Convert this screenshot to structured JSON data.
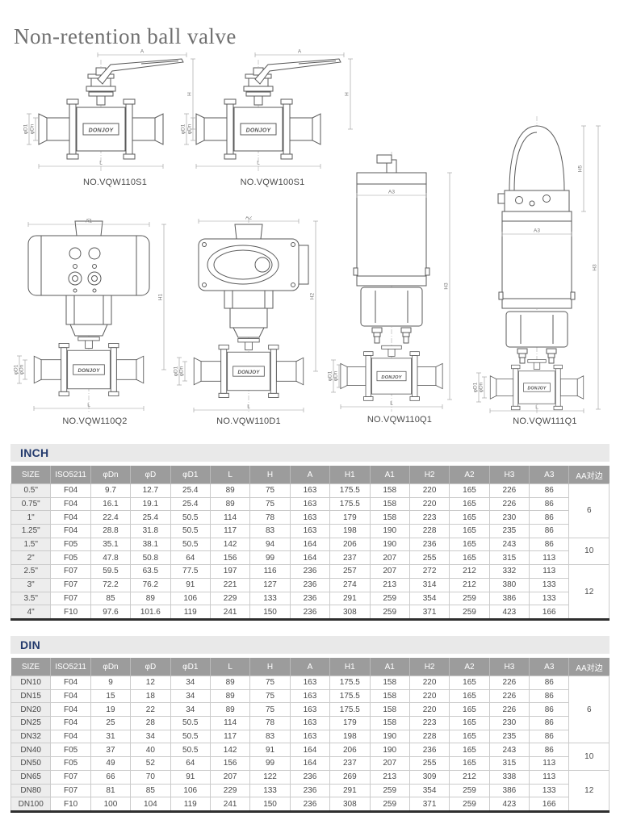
{
  "page": {
    "title": "Non-retention ball valve"
  },
  "logo_text": "DONJOY",
  "colors": {
    "section_band_bg": "#e9e9e9",
    "section_title": "#233a6d",
    "table_header_bg": "#9c9c9c",
    "table_header_text": "#ffffff",
    "size_column_bg": "#ededed",
    "cell_text": "#4a4a4a",
    "grid_line": "#cbcbcb",
    "table_bottom_border": "#2e2e2e",
    "title_text": "#707070",
    "drawing_line": "#5a5a5a"
  },
  "figures": [
    {
      "label": "NO.VQW110S1",
      "type": "manual",
      "dims": {
        "top": "A",
        "right": "H",
        "bottom": "L",
        "left_outer": "φD1",
        "left_inner": "φDn"
      }
    },
    {
      "label": "NO.VQW100S1",
      "type": "manual",
      "dims": {
        "top": "A",
        "right": "H",
        "bottom": "L",
        "left_outer": "φD1",
        "left_inner": "φDn"
      }
    },
    {
      "label": "NO.VQW110Q2",
      "type": "pneumatic",
      "dims": {
        "top": "A1",
        "right": "H1",
        "bottom": "L",
        "left_outer": "φD1",
        "left_inner": "φDn"
      }
    },
    {
      "label": "NO.VQW110D1",
      "type": "electric",
      "dims": {
        "top": "A2",
        "right": "H2",
        "bottom": "L",
        "left_outer": "φD1",
        "left_inner": "φDn"
      }
    },
    {
      "label": "NO.VQW110Q1",
      "type": "vertical",
      "dims": {
        "top": "A3",
        "right": "H3",
        "bottom": "L",
        "left_outer": "φD1",
        "left_inner": "φDn"
      }
    },
    {
      "label": "NO.VQW111Q1",
      "type": "vertical-positioner",
      "dims": {
        "top": "A3",
        "right": "H3",
        "dome": "H5",
        "bottom": "L",
        "left_outer": "φD1",
        "left_inner": "φDn"
      }
    }
  ],
  "tables": {
    "inch": {
      "section_title": "INCH",
      "headers": [
        "SIZE",
        "ISO5211",
        "φDn",
        "φD",
        "φD1",
        "L",
        "H",
        "A",
        "H1",
        "A1",
        "H2",
        "A2",
        "H3",
        "A3",
        "AA对边"
      ],
      "rows": [
        [
          "0.5\"",
          "F04",
          "9.7",
          "12.7",
          "25.4",
          "89",
          "75",
          "163",
          "175.5",
          "158",
          "220",
          "165",
          "226",
          "86"
        ],
        [
          "0.75\"",
          "F04",
          "16.1",
          "19.1",
          "25.4",
          "89",
          "75",
          "163",
          "175.5",
          "158",
          "220",
          "165",
          "226",
          "86"
        ],
        [
          "1\"",
          "F04",
          "22.4",
          "25.4",
          "50.5",
          "114",
          "78",
          "163",
          "179",
          "158",
          "223",
          "165",
          "230",
          "86"
        ],
        [
          "1.25\"",
          "F04",
          "28.8",
          "31.8",
          "50.5",
          "117",
          "83",
          "163",
          "198",
          "190",
          "228",
          "165",
          "235",
          "86"
        ],
        [
          "1.5\"",
          "F05",
          "35.1",
          "38.1",
          "50.5",
          "142",
          "94",
          "164",
          "206",
          "190",
          "236",
          "165",
          "243",
          "86"
        ],
        [
          "2\"",
          "F05",
          "47.8",
          "50.8",
          "64",
          "156",
          "99",
          "164",
          "237",
          "207",
          "255",
          "165",
          "315",
          "113"
        ],
        [
          "2.5\"",
          "F07",
          "59.5",
          "63.5",
          "77.5",
          "197",
          "116",
          "236",
          "257",
          "207",
          "272",
          "212",
          "332",
          "113"
        ],
        [
          "3\"",
          "F07",
          "72.2",
          "76.2",
          "91",
          "221",
          "127",
          "236",
          "274",
          "213",
          "314",
          "212",
          "380",
          "133"
        ],
        [
          "3.5\"",
          "F07",
          "85",
          "89",
          "106",
          "229",
          "133",
          "236",
          "291",
          "259",
          "354",
          "259",
          "386",
          "133"
        ],
        [
          "4\"",
          "F10",
          "97.6",
          "101.6",
          "119",
          "241",
          "150",
          "236",
          "308",
          "259",
          "371",
          "259",
          "423",
          "166"
        ]
      ],
      "aa_groups": [
        {
          "span": 4,
          "value": "6"
        },
        {
          "span": 2,
          "value": "10"
        },
        {
          "span": 4,
          "value": "12"
        }
      ]
    },
    "din": {
      "section_title": "DIN",
      "headers": [
        "SIZE",
        "ISO5211",
        "φDn",
        "φD",
        "φD1",
        "L",
        "H",
        "A",
        "H1",
        "A1",
        "H2",
        "A2",
        "H3",
        "A3",
        "AA对边"
      ],
      "rows": [
        [
          "DN10",
          "F04",
          "9",
          "12",
          "34",
          "89",
          "75",
          "163",
          "175.5",
          "158",
          "220",
          "165",
          "226",
          "86"
        ],
        [
          "DN15",
          "F04",
          "15",
          "18",
          "34",
          "89",
          "75",
          "163",
          "175.5",
          "158",
          "220",
          "165",
          "226",
          "86"
        ],
        [
          "DN20",
          "F04",
          "19",
          "22",
          "34",
          "89",
          "75",
          "163",
          "175.5",
          "158",
          "220",
          "165",
          "226",
          "86"
        ],
        [
          "DN25",
          "F04",
          "25",
          "28",
          "50.5",
          "114",
          "78",
          "163",
          "179",
          "158",
          "223",
          "165",
          "230",
          "86"
        ],
        [
          "DN32",
          "F04",
          "31",
          "34",
          "50.5",
          "117",
          "83",
          "163",
          "198",
          "190",
          "228",
          "165",
          "235",
          "86"
        ],
        [
          "DN40",
          "F05",
          "37",
          "40",
          "50.5",
          "142",
          "91",
          "164",
          "206",
          "190",
          "236",
          "165",
          "243",
          "86"
        ],
        [
          "DN50",
          "F05",
          "49",
          "52",
          "64",
          "156",
          "99",
          "164",
          "237",
          "207",
          "255",
          "165",
          "315",
          "113"
        ],
        [
          "DN65",
          "F07",
          "66",
          "70",
          "91",
          "207",
          "122",
          "236",
          "269",
          "213",
          "309",
          "212",
          "338",
          "113"
        ],
        [
          "DN80",
          "F07",
          "81",
          "85",
          "106",
          "229",
          "133",
          "236",
          "291",
          "259",
          "354",
          "259",
          "386",
          "133"
        ],
        [
          "DN100",
          "F10",
          "100",
          "104",
          "119",
          "241",
          "150",
          "236",
          "308",
          "259",
          "371",
          "259",
          "423",
          "166"
        ]
      ],
      "aa_groups": [
        {
          "span": 5,
          "value": "6"
        },
        {
          "span": 2,
          "value": "10"
        },
        {
          "span": 3,
          "value": "12"
        }
      ]
    }
  }
}
